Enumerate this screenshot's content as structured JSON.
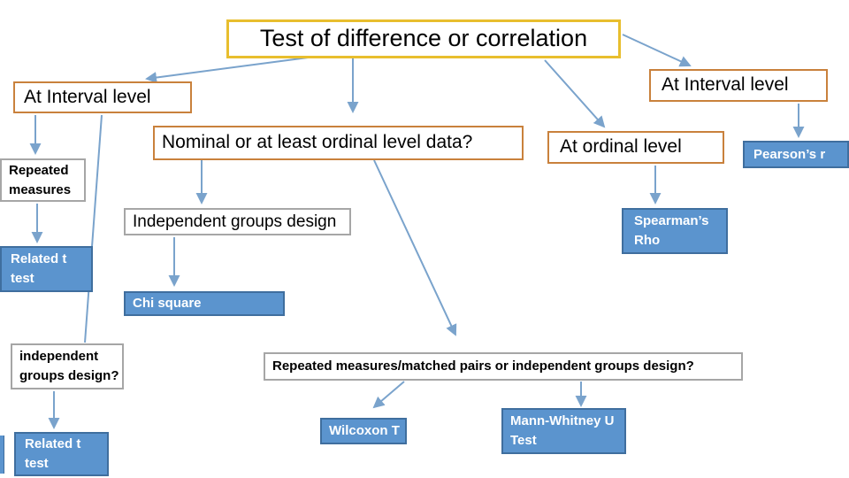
{
  "slide_title": "Test of difference or correlation",
  "colors": {
    "background": "#ffffff",
    "title_border": "#e8be2e",
    "question_box_border": "#c9813c",
    "neutral_box_border": "#a6a6a6",
    "result_box_fill": "#5b94ce",
    "result_box_border": "#3f6e9e",
    "connector": "#7aa3cc",
    "text": "#000000",
    "result_text": "#ffffff"
  },
  "nodes": {
    "title": {
      "label": "Test of difference or correlation"
    },
    "interval_left": {
      "label": "At Interval level"
    },
    "interval_right": {
      "label": "At Interval level"
    },
    "nominal_question": {
      "label": "Nominal or at least ordinal level data?"
    },
    "ordinal_level": {
      "label": "At ordinal level"
    },
    "pearsons_r": {
      "label": "Pearson’s r"
    },
    "repeated_measures": {
      "label": "Repeated measures"
    },
    "independent_groups_design": {
      "label": "Independent groups design"
    },
    "spearmans_rho": {
      "label": "Spearman’s Rho"
    },
    "related_t_upper": {
      "label": "Related t test"
    },
    "chi_square": {
      "label": "Chi square"
    },
    "independent_groups_question": {
      "label": "independent groups design?"
    },
    "repeated_matched_question": {
      "label": "Repeated measures/matched pairs or independent groups design?"
    },
    "wilcoxon_t": {
      "label": "Wilcoxon T"
    },
    "mann_whitney_u": {
      "label": "Mann-Whitney U Test"
    },
    "related_t_lower": {
      "label": "Related t test"
    }
  },
  "edges": [
    {
      "from": "title",
      "to": "interval_left"
    },
    {
      "from": "title",
      "to": "nominal_question"
    },
    {
      "from": "title",
      "to": "interval_right"
    },
    {
      "from": "title",
      "to": "ordinal_level"
    },
    {
      "from": "interval_right",
      "to": "pearsons_r"
    },
    {
      "from": "ordinal_level",
      "to": "spearmans_rho"
    },
    {
      "from": "interval_left",
      "to": "repeated_measures"
    },
    {
      "from": "interval_left",
      "to": "independent_groups_question"
    },
    {
      "from": "repeated_measures",
      "to": "related_t_upper"
    },
    {
      "from": "nominal_question",
      "to": "independent_groups_design"
    },
    {
      "from": "nominal_question",
      "to": "repeated_matched_question"
    },
    {
      "from": "independent_groups_design",
      "to": "chi_square"
    },
    {
      "from": "independent_groups_question",
      "to": "related_t_lower"
    },
    {
      "from": "repeated_matched_question",
      "to": "wilcoxon_t"
    },
    {
      "from": "repeated_matched_question",
      "to": "mann_whitney_u"
    }
  ]
}
